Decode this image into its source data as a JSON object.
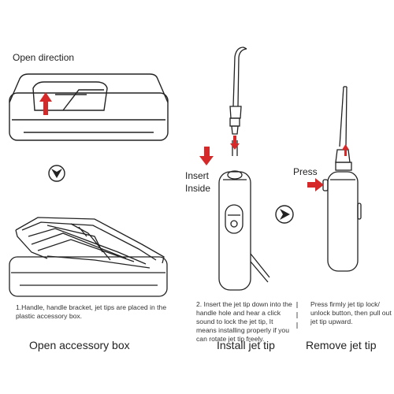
{
  "labels": {
    "open_direction": "Open direction",
    "insert": "Insert",
    "inside": "Inside",
    "press": "Press"
  },
  "steps": [
    {
      "text": "1.Handle, handle bracket, jet tips are placed in the plastic accessory box.",
      "caption": "Open accessory box"
    },
    {
      "text": "2. Insert the jet tip down into the handle hole and hear a click sound to lock the jet tip, It means installing properly if you can rotate jet tip freely.",
      "caption": "Install jet tip"
    },
    {
      "text": "Press firmly jet tip lock/ unlock button, then pull out jet tip upward.",
      "caption": "Remove jet tip"
    }
  ],
  "colors": {
    "accent": "#d62828",
    "line": "#222222"
  },
  "icons": [
    "down-chevron-icon",
    "right-chevron-icon",
    "up-arrow-icon",
    "down-arrow-icon",
    "right-arrow-icon"
  ]
}
